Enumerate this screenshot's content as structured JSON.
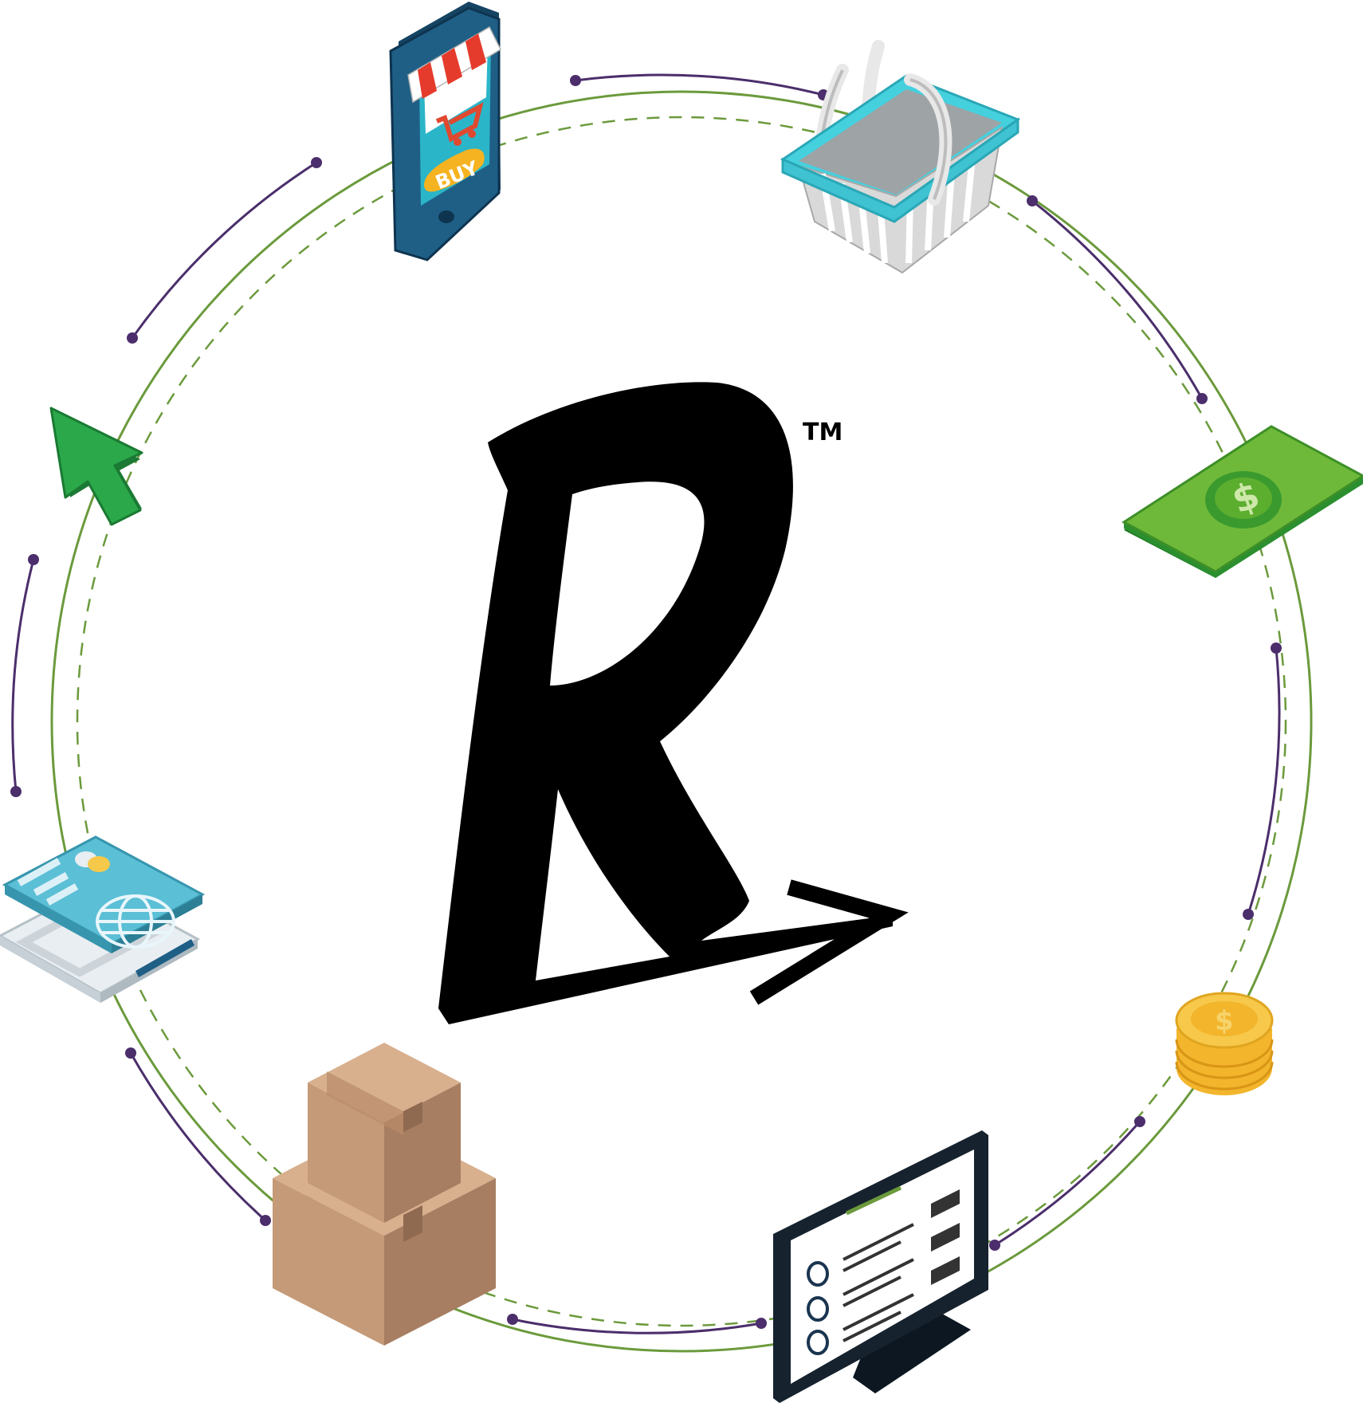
{
  "logo": {
    "letter": "R",
    "trademark": "TM"
  },
  "phone": {
    "button_label": "BUY"
  },
  "colors": {
    "ring": "#6b9a3c",
    "arc": "#4b2e6b",
    "letter": "#000000",
    "phone_body": "#1f5f86",
    "phone_screen": "#2bb5c8",
    "awning_red": "#e53b2c",
    "buy_button": "#f6b321",
    "basket_rim": "#45d0de",
    "basket_body": "#d9d9d9",
    "cash_green": "#6fb93a",
    "coin_gold": "#f2b52c",
    "box_brown": "#c59a78",
    "card_blue": "#5bbfd6",
    "cursor_green": "#2ba84a",
    "monitor_dark": "#16222e"
  },
  "icons": [
    "smartphone-shop-icon",
    "shopping-basket-icon",
    "banknote-icon",
    "coin-stack-icon",
    "monitor-checklist-icon",
    "cardboard-boxes-icon",
    "credit-card-icon",
    "cursor-arrow-icon"
  ]
}
